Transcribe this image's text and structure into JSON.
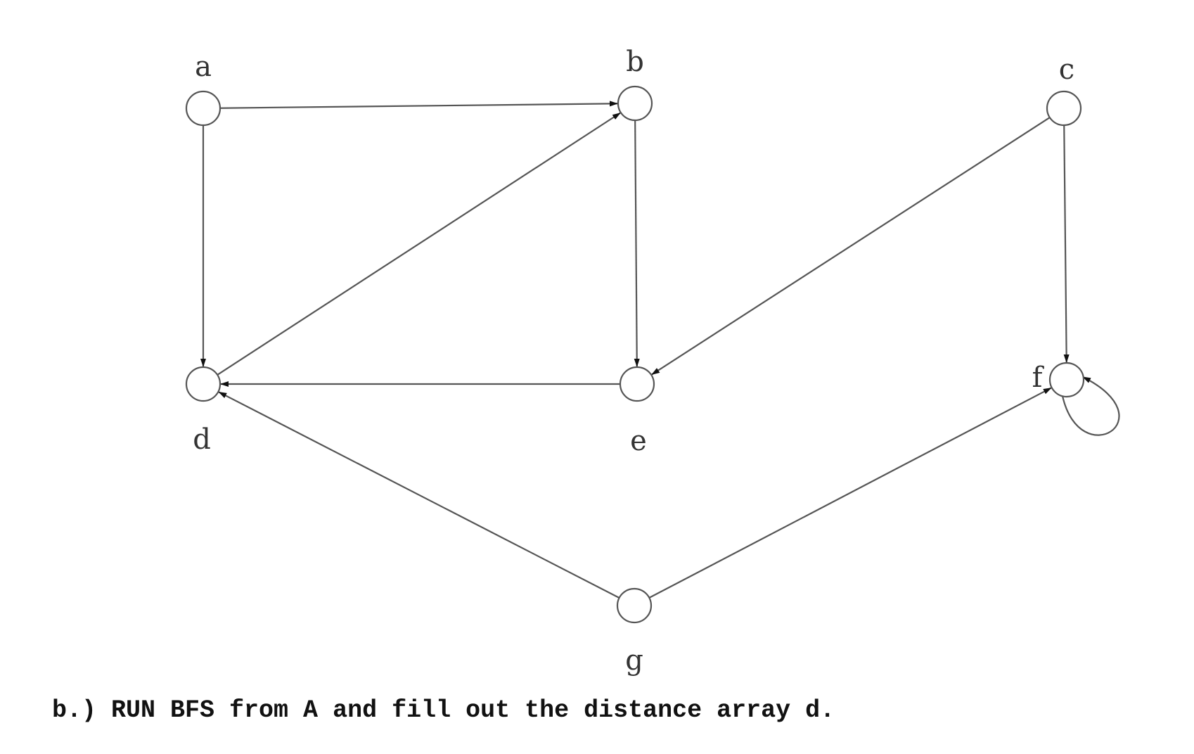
{
  "diagram": {
    "type": "directed-graph",
    "nodes": [
      {
        "id": "a",
        "label": "a"
      },
      {
        "id": "b",
        "label": "b"
      },
      {
        "id": "c",
        "label": "c"
      },
      {
        "id": "d",
        "label": "d"
      },
      {
        "id": "e",
        "label": "e"
      },
      {
        "id": "f",
        "label": "f"
      },
      {
        "id": "g",
        "label": "g"
      }
    ],
    "edges": [
      {
        "from": "a",
        "to": "b"
      },
      {
        "from": "a",
        "to": "d"
      },
      {
        "from": "d",
        "to": "b"
      },
      {
        "from": "b",
        "to": "e"
      },
      {
        "from": "e",
        "to": "d"
      },
      {
        "from": "c",
        "to": "e"
      },
      {
        "from": "c",
        "to": "f"
      },
      {
        "from": "g",
        "to": "d"
      },
      {
        "from": "g",
        "to": "f"
      },
      {
        "from": "f",
        "to": "f"
      }
    ],
    "colors": {
      "stroke": "#555555",
      "arrowhead": "#111111",
      "label": "#333333"
    }
  },
  "question": {
    "text": "b.) RUN BFS from A and fill out the distance array d."
  }
}
